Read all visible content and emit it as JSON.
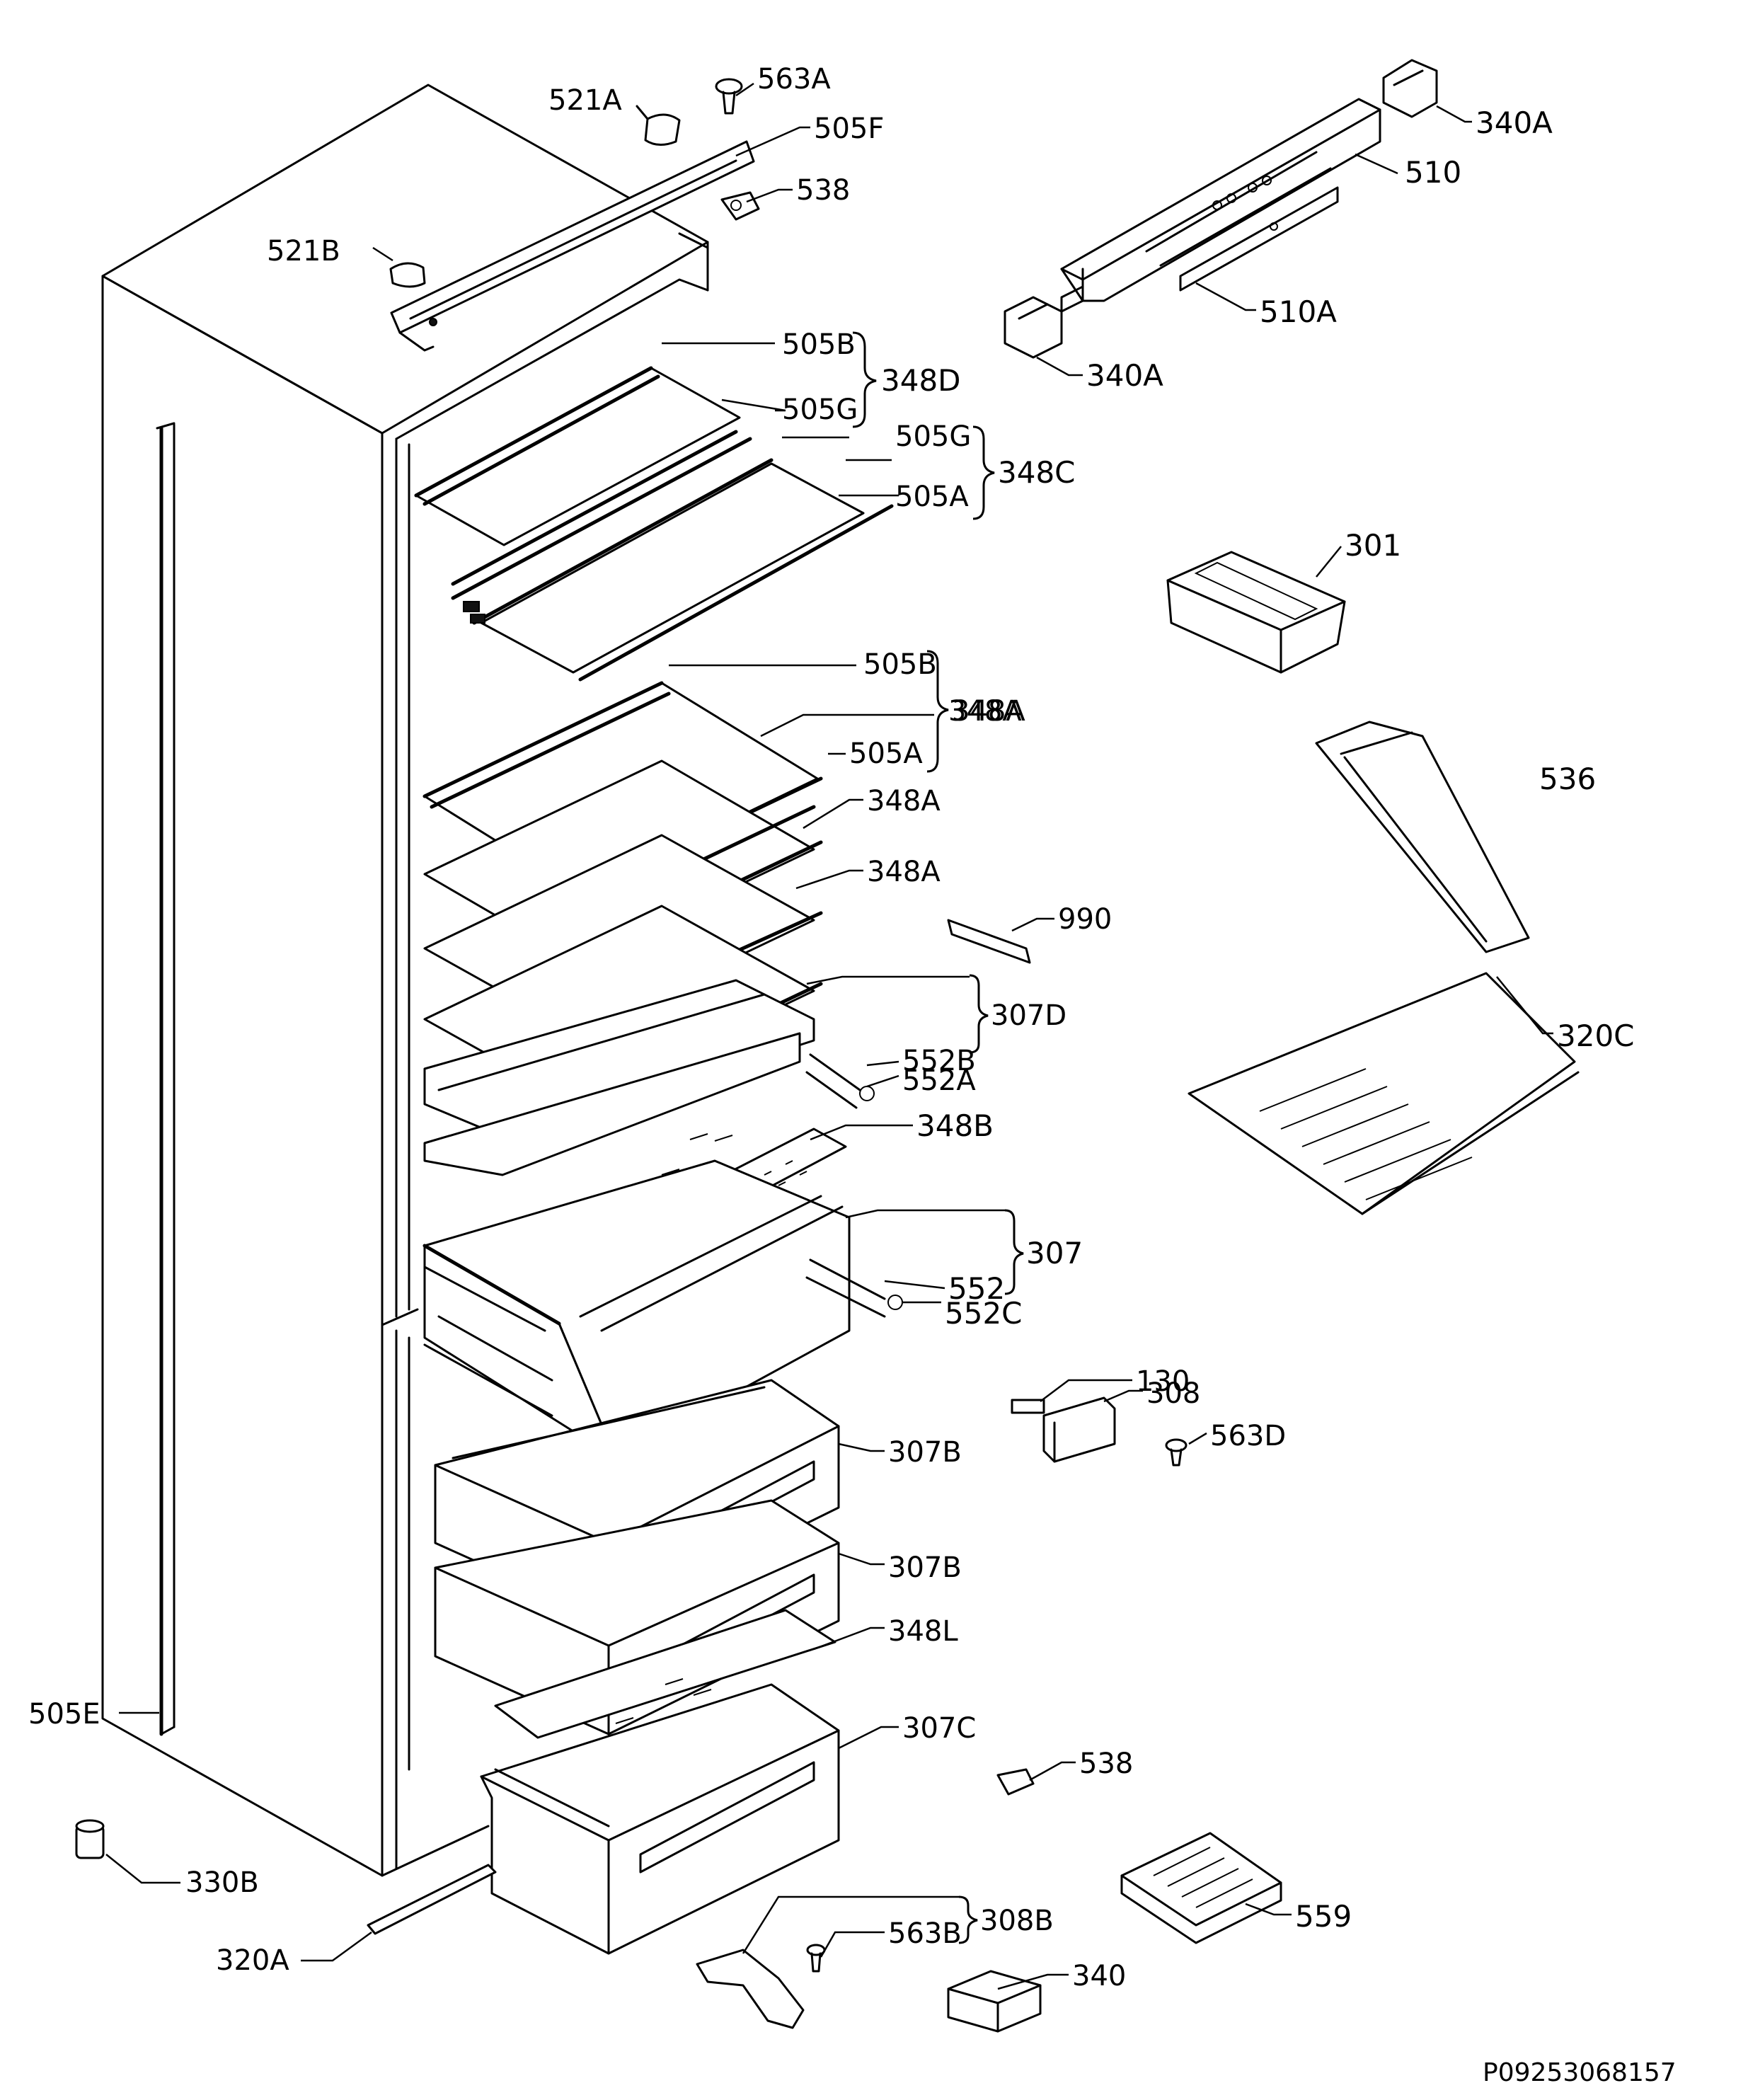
{
  "drawing_code": "P09253068157",
  "labels": {
    "l563a": "563A",
    "l521a": "521A",
    "l505f": "505F",
    "l538a": "538",
    "l521b": "521B",
    "l340a1": "340A",
    "l510": "510",
    "l510a": "510A",
    "l340a2": "340A",
    "l505b1": "505B",
    "l505g1": "505G",
    "l505g2": "505G",
    "l505a1": "505A",
    "l301": "301",
    "l505b2": "505B",
    "l348a_in": "348A",
    "l505a2": "505A",
    "l536": "536",
    "l348a2": "348A",
    "l348a3": "348A",
    "l990": "990",
    "l552b": "552B",
    "l552a": "552A",
    "l320c": "320C",
    "l348b": "348B",
    "l552": "552",
    "l552c": "552C",
    "l130": "130",
    "l308": "308",
    "l563d": "563D",
    "l307b1": "307B",
    "l307b2": "307B",
    "l348l": "348L",
    "l307c": "307C",
    "l505e": "505E",
    "l538b": "538",
    "l330b": "330B",
    "l559": "559",
    "l563b": "563B",
    "l320a": "320A",
    "l340": "340"
  },
  "groups": {
    "g348d": "348D",
    "g348c": "348C",
    "g348a": "348A",
    "g307d": "307D",
    "g307": "307",
    "g308b": "308B"
  }
}
